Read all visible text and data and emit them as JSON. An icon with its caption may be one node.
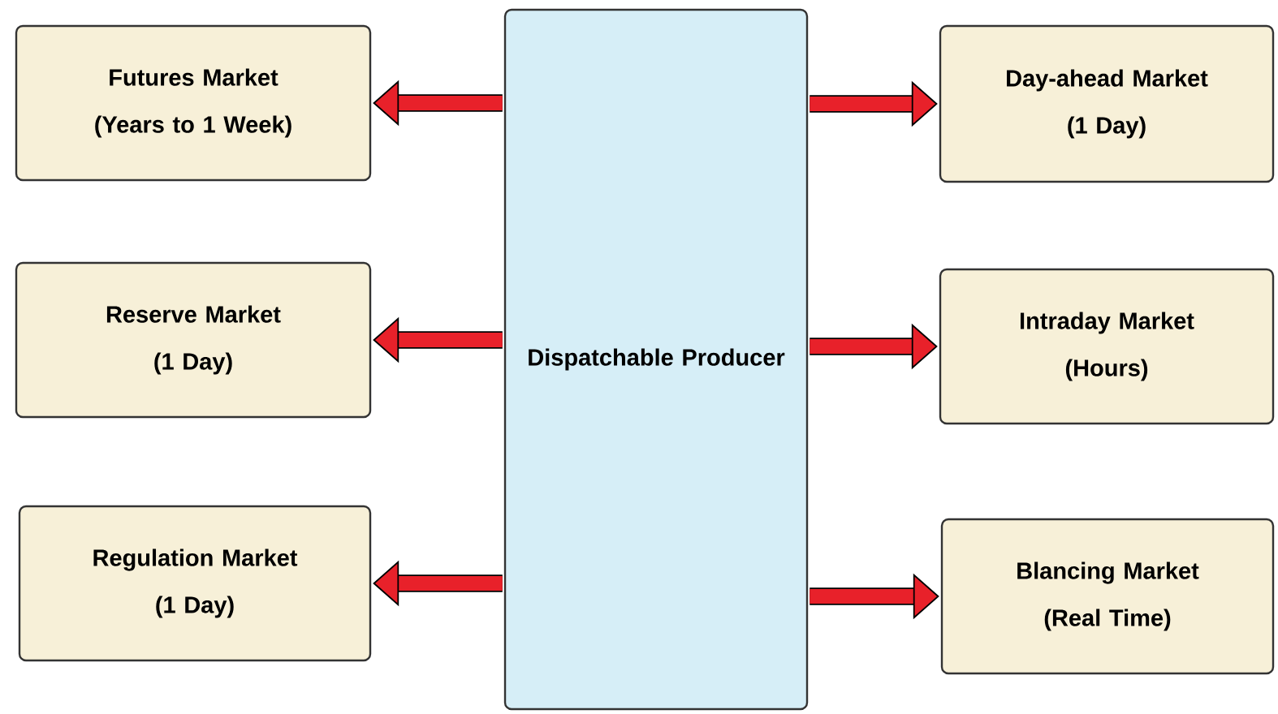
{
  "diagram": {
    "nodes": [
      {
        "text": [
          "Dispatchable Producer"
        ]
      },
      {
        "text": [
          "Futures Market",
          "(Years to 1 Week)"
        ]
      },
      {
        "text": [
          "Reserve Market",
          "(1 Day)"
        ]
      },
      {
        "text": [
          "Regulation Market",
          "(1 Day)"
        ]
      },
      {
        "text": [
          "Day-ahead Market",
          "(1 Day)"
        ]
      },
      {
        "text": [
          "Intraday Market",
          "(Hours)"
        ]
      },
      {
        "text": [
          "Blancing Market",
          "(Real Time)"
        ]
      }
    ],
    "edges": [
      {
        "from": 0,
        "to": 1,
        "arrow": "to"
      },
      {
        "from": 0,
        "to": 2,
        "arrow": "to"
      },
      {
        "from": 0,
        "to": 3,
        "arrow": "to"
      },
      {
        "from": 0,
        "to": 4,
        "arrow": "to"
      },
      {
        "from": 0,
        "to": 5,
        "arrow": "to"
      },
      {
        "from": 0,
        "to": 6,
        "arrow": "to"
      }
    ]
  }
}
